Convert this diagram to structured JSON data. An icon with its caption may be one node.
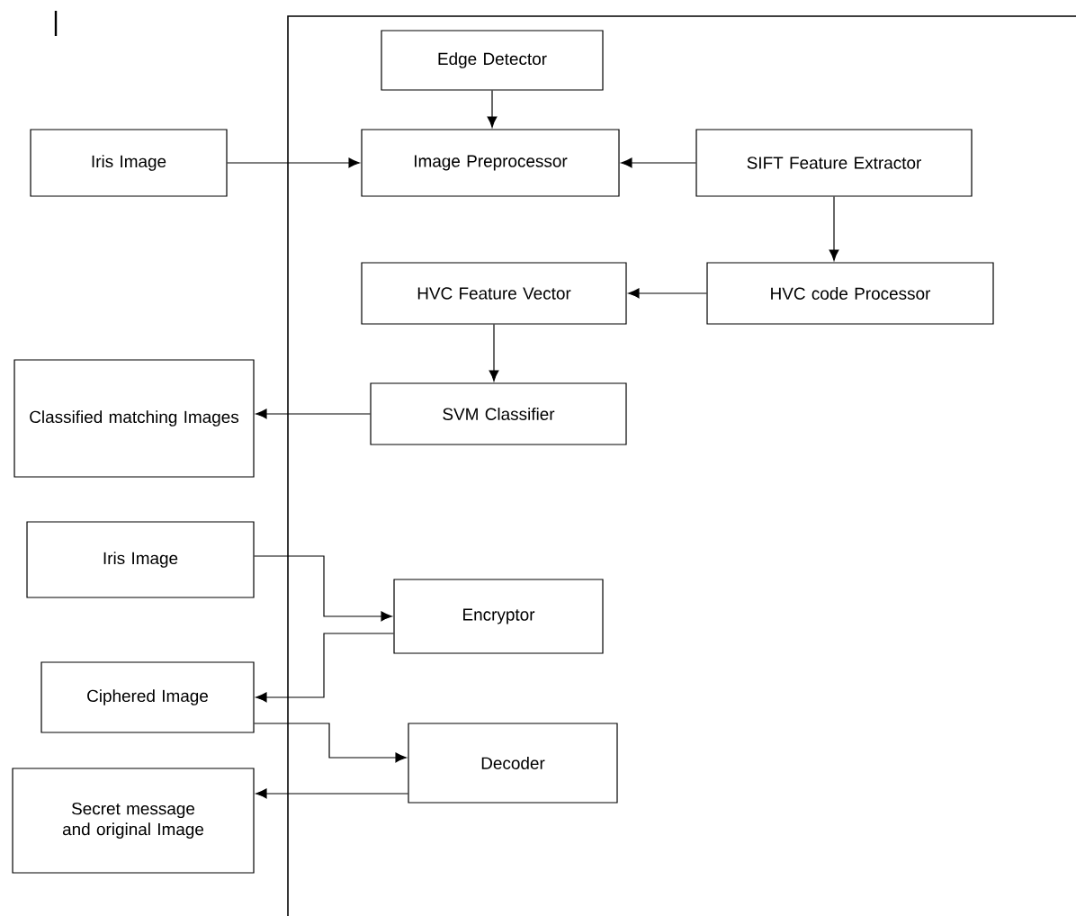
{
  "diagram": {
    "nodes": [
      {
        "text": [
          "Iris Image"
        ]
      },
      {
        "text": [
          "Edge Detector"
        ]
      },
      {
        "text": [
          "Image Preprocessor"
        ]
      },
      {
        "text": [
          "SIFT Feature Extractor"
        ]
      },
      {
        "text": [
          "HVC Feature Vector"
        ]
      },
      {
        "text": [
          "HVC code Processor"
        ]
      },
      {
        "text": [
          "Classified matching Images"
        ]
      },
      {
        "text": [
          "SVM Classifier"
        ]
      },
      {
        "text": [
          "Iris Image"
        ]
      },
      {
        "text": [
          "Encryptor"
        ]
      },
      {
        "text": [
          "Ciphered Image"
        ]
      },
      {
        "text": [
          "Decoder"
        ]
      },
      {
        "text": [
          "Secret message and original Image"
        ]
      }
    ],
    "edges": [
      {
        "from": 0,
        "to": 2,
        "arrow": "to"
      },
      {
        "from": 1,
        "to": 2,
        "arrow": "to"
      },
      {
        "from": 3,
        "to": 2,
        "arrow": "to"
      },
      {
        "from": 3,
        "to": 5,
        "arrow": "to"
      },
      {
        "from": 5,
        "to": 4,
        "arrow": "to"
      },
      {
        "from": 4,
        "to": 7,
        "arrow": "to"
      },
      {
        "from": 7,
        "to": 6,
        "arrow": "to"
      },
      {
        "from": 8,
        "to": 9,
        "arrow": "to"
      },
      {
        "from": 9,
        "to": 10,
        "arrow": "to"
      },
      {
        "from": 10,
        "to": 11,
        "arrow": "to"
      },
      {
        "from": 11,
        "to": 12,
        "arrow": "to"
      }
    ]
  }
}
